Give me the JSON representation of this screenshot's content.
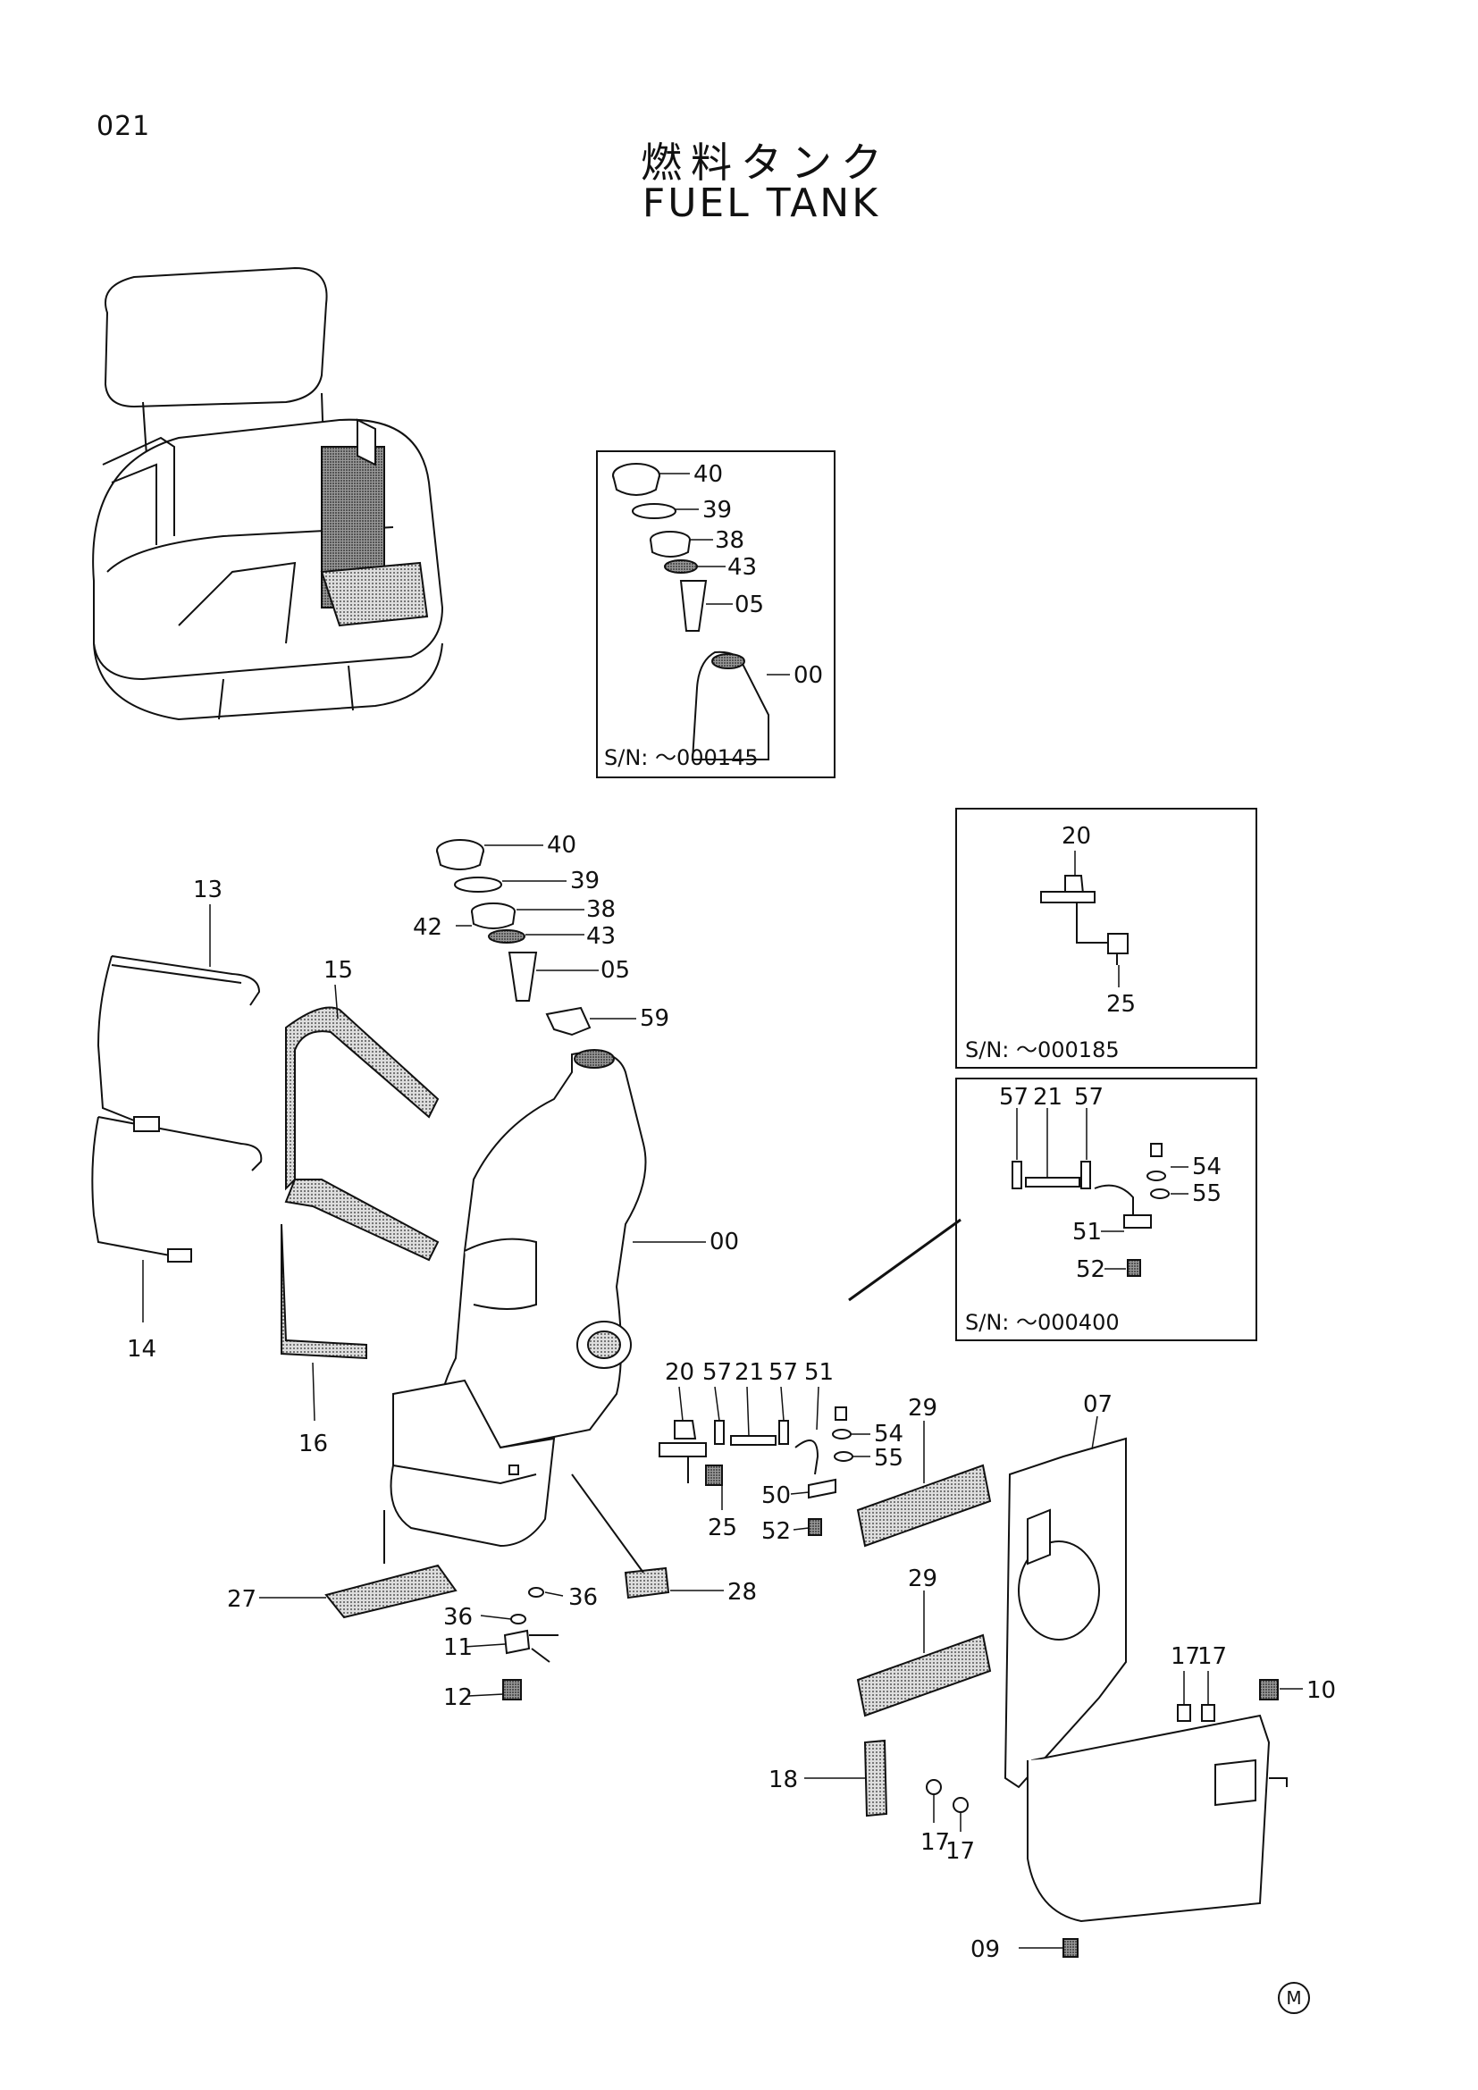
{
  "page_number": "021",
  "title_jp": "燃料タンク",
  "title_en": "FUEL TANK",
  "corner_mark": "M",
  "insets": [
    {
      "id": "inset-cap",
      "serial": "S/N: ～000145",
      "labels": [
        "40",
        "39",
        "38",
        "43",
        "05",
        "00"
      ]
    },
    {
      "id": "inset-cock",
      "serial": "S/N: ～000185",
      "labels": [
        "20",
        "25"
      ]
    },
    {
      "id": "inset-hose",
      "serial": "S/N: ～000400",
      "labels": [
        "57",
        "21",
        "57",
        "54",
        "55",
        "51",
        "52"
      ]
    }
  ],
  "callouts": {
    "c40": "40",
    "c39": "39",
    "c38": "38",
    "c42": "42",
    "c43": "43",
    "c05": "05",
    "c59": "59",
    "c13": "13",
    "c15": "15",
    "c14": "14",
    "c16": "16",
    "c00": "00",
    "c20": "20",
    "c57a": "57",
    "c21": "21",
    "c57b": "57",
    "c51": "51",
    "c54": "54",
    "c55": "55",
    "c50": "50",
    "c25": "25",
    "c52": "52",
    "c29a": "29",
    "c29b": "29",
    "c07": "07",
    "c27": "27",
    "c36a": "36",
    "c36b": "36",
    "c28": "28",
    "c11": "11",
    "c12": "12",
    "c17a": "17",
    "c17b": "17",
    "c17c": "17",
    "c17d": "17",
    "c10": "10",
    "c18": "18",
    "c09": "09"
  }
}
